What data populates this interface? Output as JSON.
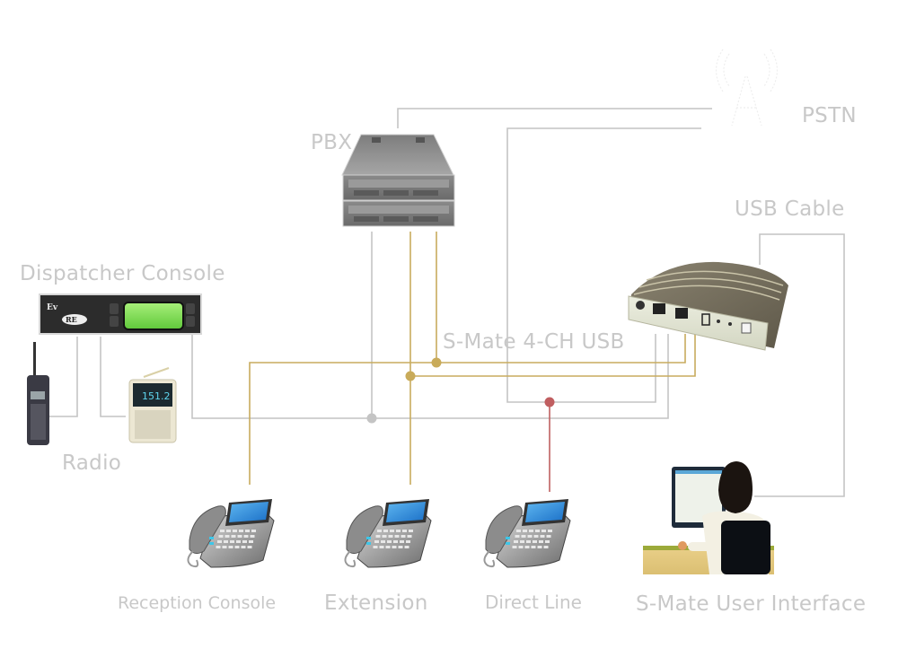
{
  "diagram": {
    "title": "S-Mate 4-CH USB deployment",
    "colors": {
      "background": "#ffffff",
      "label_text": "#c8c8c8",
      "line_gray": "#bdbdbd",
      "line_gold": "#c8ac5e",
      "line_red": "#c06060",
      "dot_gray": "#c4c4c4",
      "dot_gold": "#c9ab5a",
      "dot_red": "#c05e60"
    },
    "labels": {
      "pstn": "PSTN",
      "pbx": "PBX",
      "usb_cable": "USB Cable",
      "dispatcher_console": "Dispatcher Console",
      "smate_device": "S-Mate 4-CH USB",
      "radio": "Radio",
      "reception_console": "Reception Console",
      "extension": "Extension",
      "direct_line": "Direct Line",
      "smate_ui": "S-Mate User Interface"
    },
    "radio_display": "151.2",
    "nodes": [
      {
        "id": "pstn",
        "label": "PSTN",
        "icon": "cell-tower-icon"
      },
      {
        "id": "pbx",
        "label": "PBX",
        "icon": "rack-server-icon"
      },
      {
        "id": "smate",
        "label": "S-Mate 4-CH USB",
        "icon": "usb-gateway-box-icon"
      },
      {
        "id": "dispatcher",
        "label": "Dispatcher Console",
        "icon": "dispatcher-console-icon"
      },
      {
        "id": "radio-handheld",
        "label": "Radio",
        "icon": "handheld-radio-icon"
      },
      {
        "id": "radio-pocket",
        "label": "Radio",
        "icon": "pocket-radio-icon"
      },
      {
        "id": "reception",
        "label": "Reception Console",
        "icon": "desk-phone-icon"
      },
      {
        "id": "extension",
        "label": "Extension",
        "icon": "desk-phone-icon"
      },
      {
        "id": "direct",
        "label": "Direct Line",
        "icon": "desk-phone-icon"
      },
      {
        "id": "ui",
        "label": "S-Mate User Interface",
        "icon": "computer-user-icon"
      }
    ],
    "connections": [
      {
        "from": "pbx",
        "to": "pstn",
        "color": "gray"
      },
      {
        "from": "smate",
        "to": "pstn",
        "color": "gray"
      },
      {
        "from": "smate",
        "to": "ui",
        "via": "USB Cable",
        "color": "gray"
      },
      {
        "from": "pbx",
        "to": "dispatcher",
        "junction": "gray",
        "color": "gray"
      },
      {
        "from": "smate",
        "to": "dispatcher",
        "color": "gray"
      },
      {
        "from": "pbx",
        "to": "reception",
        "junction": "gold",
        "color": "gold"
      },
      {
        "from": "pbx",
        "to": "extension",
        "junction": "gold",
        "color": "gold"
      },
      {
        "from": "smate",
        "to": "direct",
        "junction": "red",
        "color": "red"
      },
      {
        "from": "dispatcher",
        "to": "radio-handheld",
        "color": "gray"
      },
      {
        "from": "dispatcher",
        "to": "radio-pocket",
        "color": "gray"
      }
    ]
  }
}
